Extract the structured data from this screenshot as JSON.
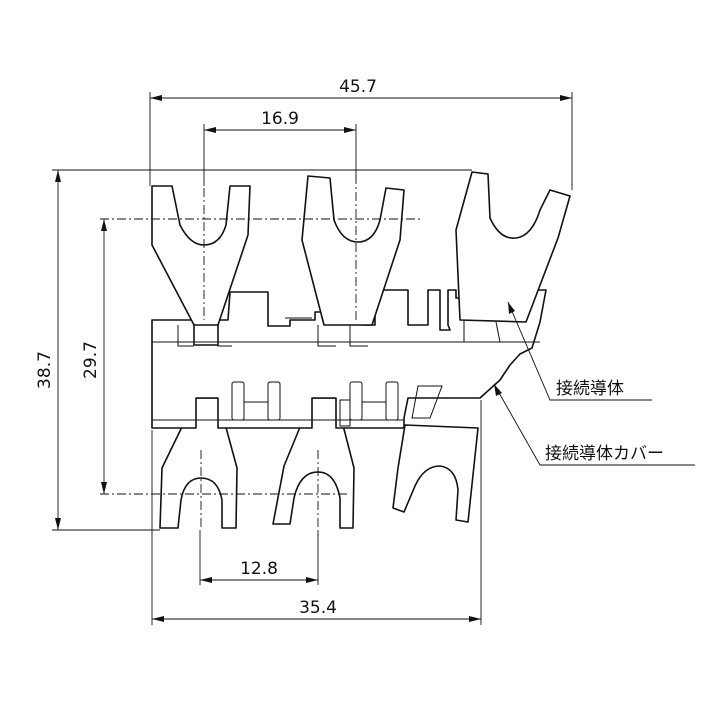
{
  "dimensions": {
    "total_width": "45.7",
    "upper_pitch": "16.9",
    "total_height": "38.7",
    "center_height": "29.7",
    "lower_pitch": "12.8",
    "lower_width": "35.4"
  },
  "labels": {
    "conductor": "接続導体",
    "conductor_cover": "接続導体カバー"
  }
}
